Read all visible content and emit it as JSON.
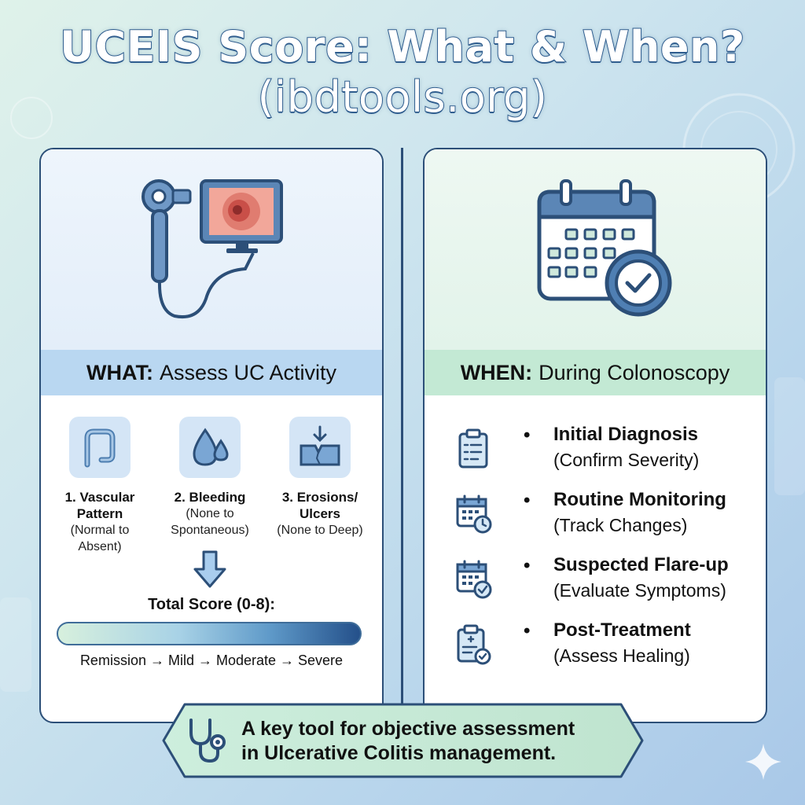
{
  "title": {
    "line1": "UCEIS Score: What & When?",
    "line2": "(ibdtools.org)"
  },
  "what": {
    "header_bold": "WHAT:",
    "header_rest": "Assess UC Activity",
    "criteria": [
      {
        "name_l1": "1. Vascular",
        "name_l2": "Pattern",
        "range_l1": "(Normal to",
        "range_l2": "Absent)",
        "icon": "colon-icon"
      },
      {
        "name_l1": "2. Bleeding",
        "name_l2": "",
        "range_l1": "(None to",
        "range_l2": "Spontaneous)",
        "icon": "drops-icon"
      },
      {
        "name_l1": "3. Erosions/",
        "name_l2": "Ulcers",
        "range_l1": "(None to Deep)",
        "range_l2": "",
        "icon": "erosion-icon"
      }
    ],
    "total_label": "Total Score (0-8):",
    "scale_label": "Remission → Mild → Moderate → Severe"
  },
  "when": {
    "header_bold": "WHEN:",
    "header_rest": "During Colonoscopy",
    "items": [
      {
        "bullet": "•",
        "title": "Initial Diagnosis",
        "sub": "(Confirm Severity)",
        "icon": "clipboard-icon"
      },
      {
        "bullet": "•",
        "title": "Routine Monitoring",
        "sub": "(Track Changes)",
        "icon": "calendar-clock-icon"
      },
      {
        "bullet": "•",
        "title": "Suspected Flare-up",
        "sub": "(Evaluate Symptoms)",
        "icon": "calendar-check-icon"
      },
      {
        "bullet": "•",
        "title": "Post-Treatment",
        "sub": "(Assess Healing)",
        "icon": "medical-clipboard-icon"
      }
    ]
  },
  "banner": {
    "line1": "A key tool for objective assessment",
    "line2": "in Ulcerative Colitis management."
  },
  "colors": {
    "navy": "#2c4f78",
    "blue_band": "#b9d7f1",
    "green_band": "#c3e9d4"
  }
}
